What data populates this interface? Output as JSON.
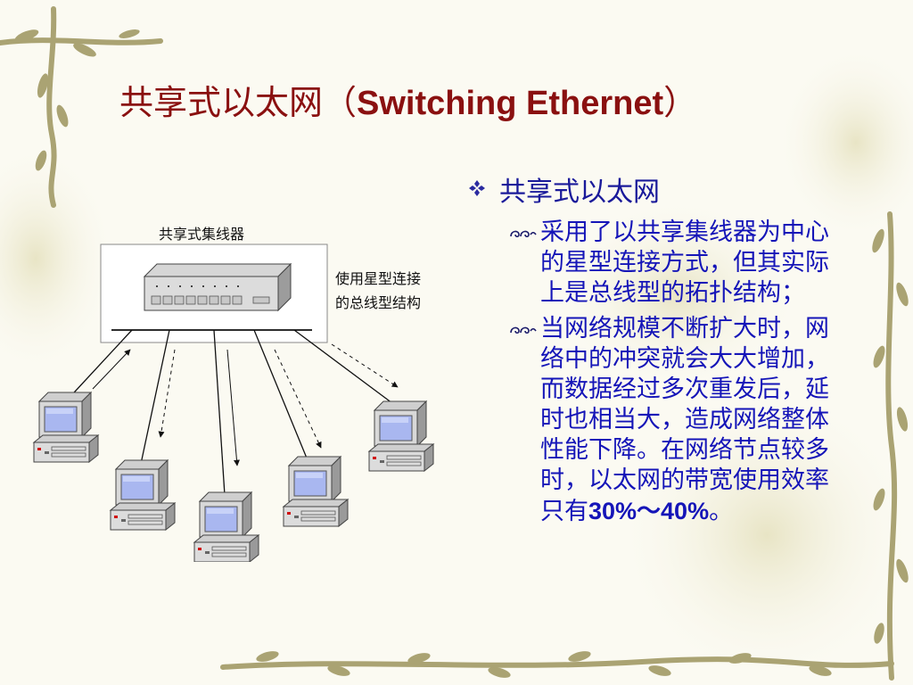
{
  "slide": {
    "title_cn": "共享式以太网（",
    "title_en": "Switching Ethernet",
    "title_close": "）"
  },
  "diagram": {
    "hub_label": "共享式集线器",
    "note_line1": "使用星型连接",
    "note_line2": "的总线型结构"
  },
  "content": {
    "heading": "共享式以太网",
    "point1": "采用了以共享集线器为中心的星型连接方式，但其实际上是总线型的拓扑结构；",
    "point2_text": "当网络规模不断扩大时，网络中的冲突就会大大增加，而数据经过多次重发后，延时也相当大，造成网络整体性能下降。在网络节点较多时，以太网的带宽使用效率只有",
    "point2_value": "30%～40%",
    "point2_end": "。"
  },
  "colors": {
    "title": "#8a1010",
    "body_text": "#1515b8",
    "vine": "#a8a070",
    "bullet_diamond": "#2a2aa0"
  }
}
